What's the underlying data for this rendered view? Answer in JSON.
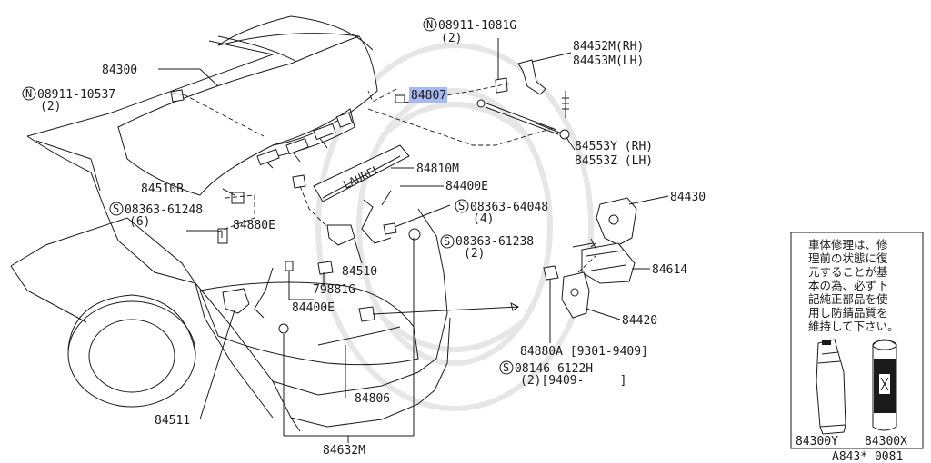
{
  "labels": {
    "p84300": "84300",
    "n08911_10537": "08911-10537",
    "n08911_10537_qty": "(2)",
    "n08911_1081g": "08911-1081G",
    "n08911_1081g_qty": "(2)",
    "p84452m": "84452M(RH)",
    "p84453m": "84453M(LH)",
    "p84807": "84807",
    "p84553y": "84553Y (RH)",
    "p84553z": "84553Z (LH)",
    "p84810m": "84810M",
    "p84510b": "84510B",
    "p84400e_top": "84400E",
    "s08363_61248": "08363-61248",
    "s08363_61248_qty": "(6)",
    "p84880e": "84880E",
    "s08363_64048": "08363-64048",
    "s08363_64048_qty": "(4)",
    "p84430": "84430",
    "s08363_61238": "08363-61238",
    "s08363_61238_qty": "(2)",
    "p84510": "84510",
    "p79881g": "79881G",
    "p84400e_bot": "84400E",
    "p84614": "84614",
    "p84420": "84420",
    "p84880a": "84880A [9301-9409]",
    "s08146_6122h": "08146-6122H",
    "s08146_6122h_qty": "(2)[9409-     ]",
    "p84806": "84806",
    "p84511": "84511",
    "p84632m": "84632M",
    "p84300y": "84300Y",
    "p84300x": "84300X",
    "figure_code": "A843* 0081",
    "plate_text": "LAUREL",
    "circle_n": "N",
    "circle_s": "S"
  },
  "note_lines": [
    "車体修理は、修",
    "理前の状態に復",
    "元することが基",
    "本の為、必ず下",
    "記純正部品を使",
    "用し防錆品質を",
    "維持して下さい。"
  ],
  "colors": {
    "ink": "#1a1a1a",
    "highlight": "#a8b8f0",
    "watermark": "#e6e6e6"
  }
}
